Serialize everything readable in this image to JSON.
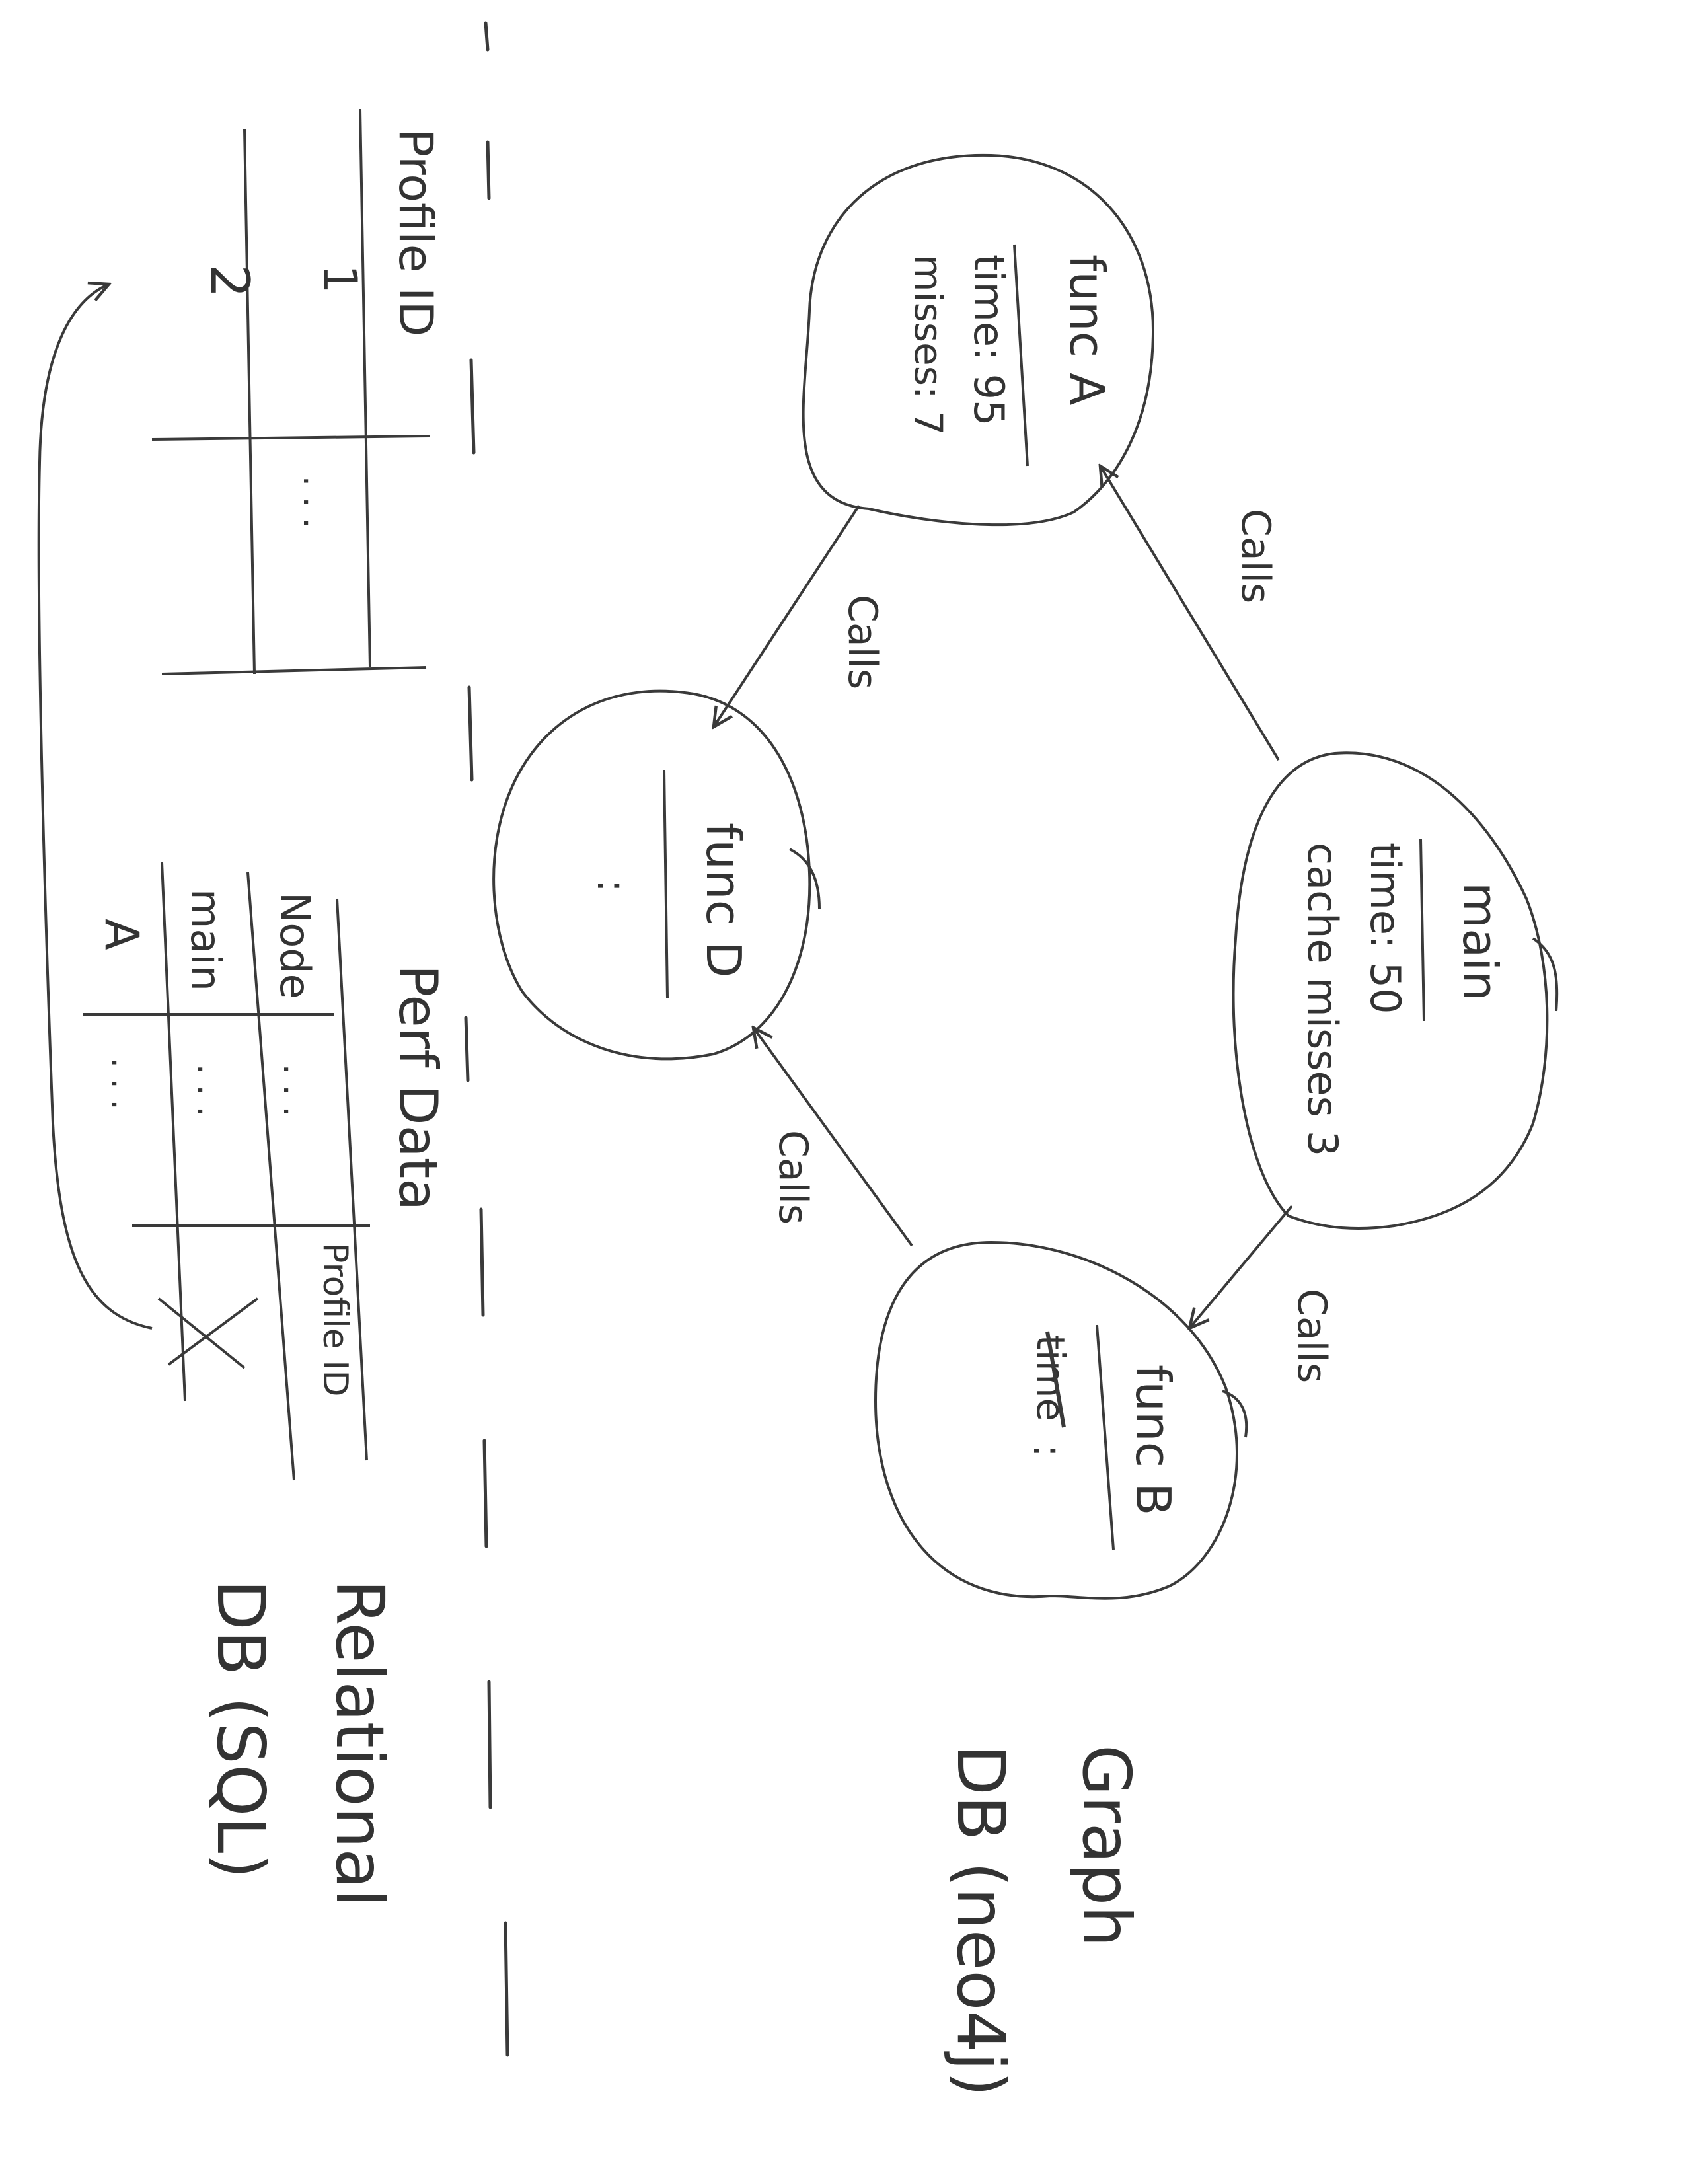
{
  "graph_db": {
    "nodes": {
      "main": {
        "name": "main",
        "props": [
          "time: 50",
          "cache misses 3"
        ]
      },
      "funcA": {
        "name": "func A",
        "props": [
          "time: 95",
          "misses: 7"
        ]
      },
      "funcB": {
        "name": "func B",
        "strikethrough": "time",
        "props": [
          ":"
        ]
      },
      "funcD": {
        "name": "func D",
        "props": [
          ":"
        ]
      }
    },
    "edges": [
      {
        "from": "main",
        "to": "func A",
        "label": "Calls"
      },
      {
        "from": "main",
        "to": "func B",
        "label": "Calls"
      },
      {
        "from": "func A",
        "to": "func D",
        "label": "Calls"
      },
      {
        "from": "func B",
        "to": "func D",
        "label": "Calls"
      }
    ],
    "caption_line1": "Graph",
    "caption_line2": "DB (neo4j)"
  },
  "relational_db": {
    "profile_table": {
      "header": "Profile ID",
      "rows": [
        "1",
        "2"
      ],
      "ellipsis": ". . ."
    },
    "perf_table": {
      "title": "Perf Data",
      "columns": [
        "Node",
        ". . .",
        "Profile ID"
      ],
      "rows": [
        [
          "main",
          ". . .",
          ""
        ],
        [
          "A",
          ". . .",
          ""
        ]
      ],
      "cross": "X"
    },
    "caption_line1": "Relational",
    "caption_line2": "DB (SQL)"
  },
  "ink_color": "#3a3a3a"
}
